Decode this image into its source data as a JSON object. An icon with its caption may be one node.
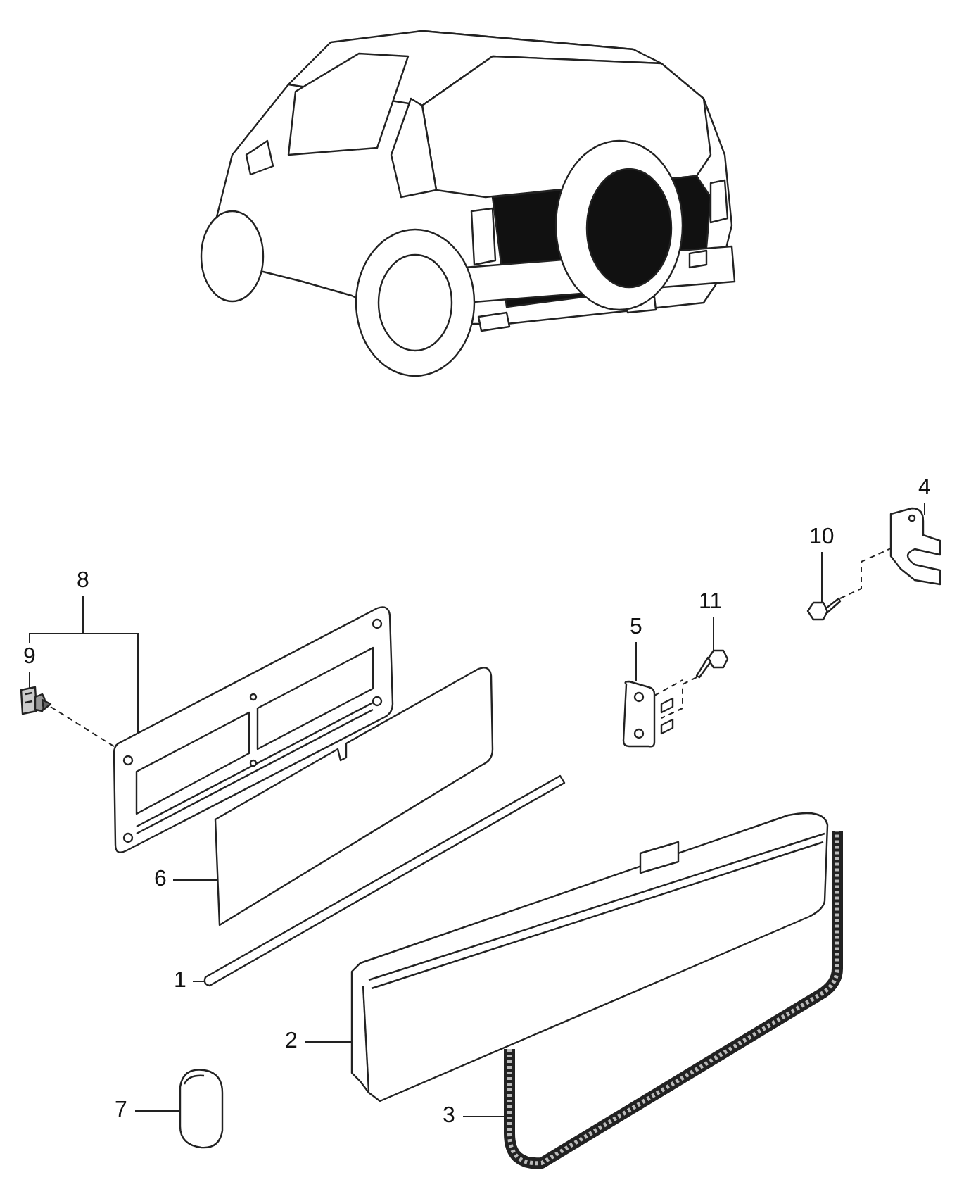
{
  "diagram": {
    "nodes": [
      {
        "text": [
          "4"
        ]
      },
      {
        "text": [],
        "shape": "picture"
      },
      {
        "text": [
          "10"
        ]
      },
      {
        "text": [],
        "shape": "picture"
      },
      {
        "text": [
          "8"
        ]
      },
      {
        "text": [
          "9"
        ]
      },
      {
        "text": [],
        "shape": "picture"
      },
      {
        "text": [],
        "shape": "picture"
      },
      {
        "text": [
          "11"
        ]
      },
      {
        "text": [],
        "shape": "picture"
      },
      {
        "text": [
          "5"
        ]
      },
      {
        "text": [],
        "shape": "picture"
      },
      {
        "text": [
          "6"
        ]
      },
      {
        "text": [],
        "shape": "picture"
      },
      {
        "text": [
          "1"
        ]
      },
      {
        "text": [],
        "shape": "picture"
      },
      {
        "text": [
          "2"
        ]
      },
      {
        "text": [],
        "shape": "picture"
      },
      {
        "text": [
          "7"
        ]
      },
      {
        "text": [],
        "shape": "picture"
      },
      {
        "text": [
          "3"
        ]
      },
      {
        "text": [],
        "shape": "picture"
      }
    ],
    "edges": [
      {
        "from": 0,
        "to": 1,
        "arrow": "none"
      },
      {
        "from": 2,
        "to": 3,
        "arrow": "none"
      },
      {
        "from": 3,
        "to": 1,
        "arrow": "none",
        "style": "dashed"
      },
      {
        "from": 4,
        "to": 7,
        "arrow": "none"
      },
      {
        "from": 4,
        "to": 5,
        "arrow": "none"
      },
      {
        "from": 5,
        "to": 6,
        "arrow": "none"
      },
      {
        "from": 6,
        "to": 7,
        "arrow": "none",
        "style": "dashed"
      },
      {
        "from": 8,
        "to": 9,
        "arrow": "none"
      },
      {
        "from": 9,
        "to": 11,
        "arrow": "none",
        "style": "dashed"
      },
      {
        "from": 10,
        "to": 11,
        "arrow": "none"
      },
      {
        "from": 12,
        "to": 13,
        "arrow": "none"
      },
      {
        "from": 14,
        "to": 15,
        "arrow": "none"
      },
      {
        "from": 16,
        "to": 17,
        "arrow": "none"
      },
      {
        "from": 18,
        "to": 19,
        "arrow": "none"
      },
      {
        "from": 20,
        "to": 21,
        "arrow": "none"
      }
    ]
  }
}
